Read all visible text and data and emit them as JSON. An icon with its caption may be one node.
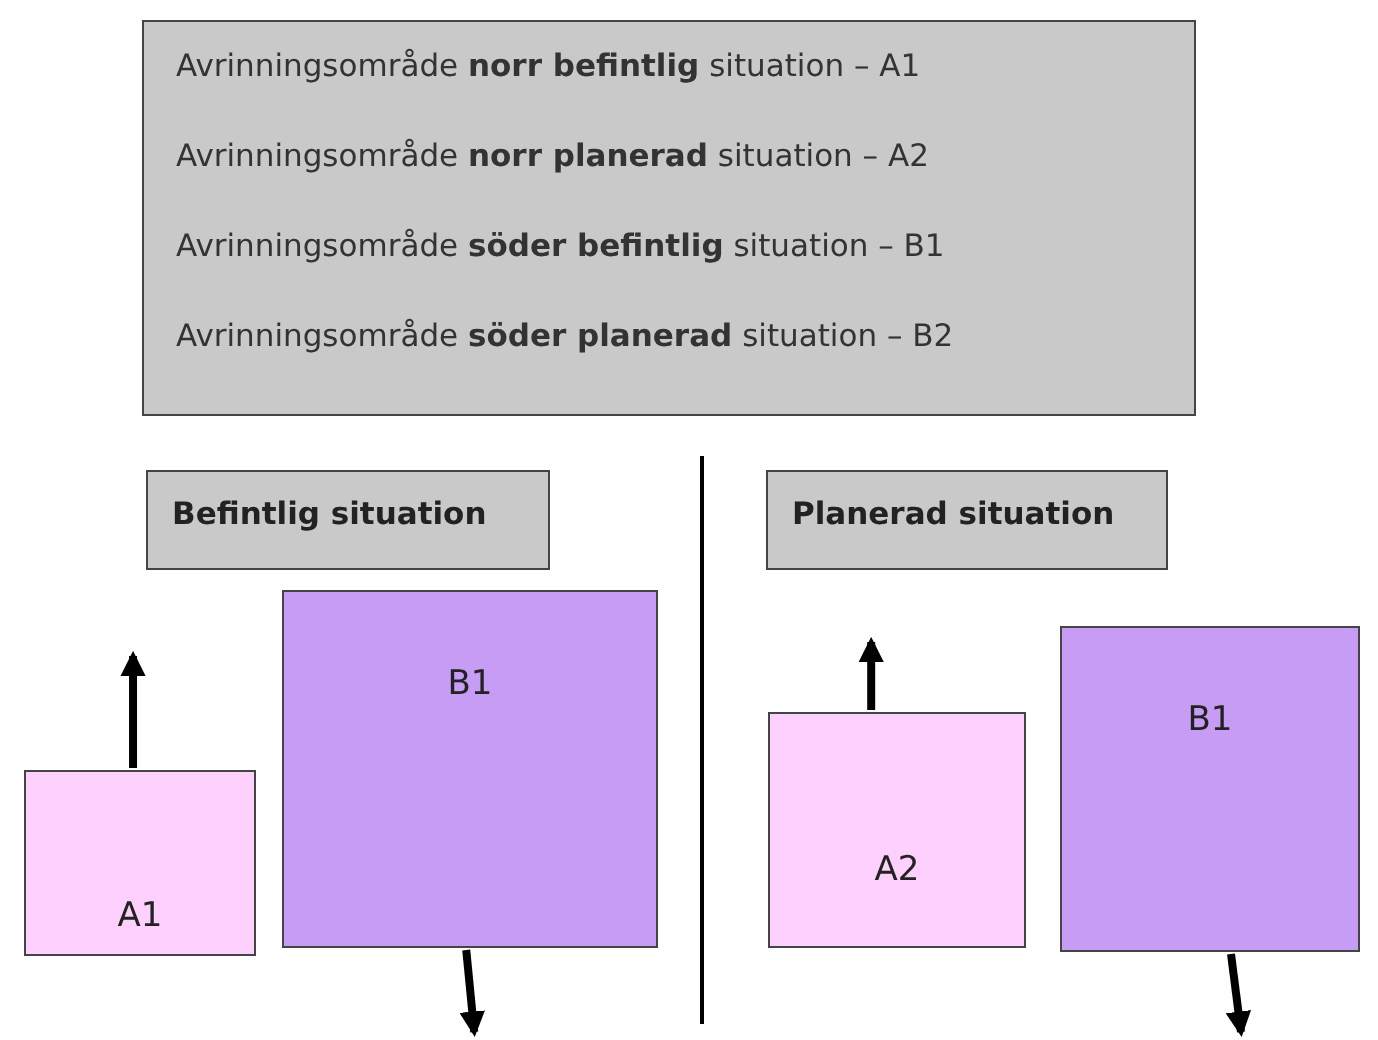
{
  "diagram": {
    "nodes": [
      {
        "text": [
          "Avrinningsområde **norr befintlig** situation – A1",
          "Avrinningsområde **norr planerad** situation – A2",
          "Avrinningsområde **söder befintlig** situation – B1",
          "Avrinningsområde **söder planerad** situation – B2"
        ]
      },
      {
        "text": [
          "Befintlig situation"
        ]
      },
      {
        "text": [
          "Planerad situation"
        ]
      },
      {
        "text": [
          "A1"
        ]
      },
      {
        "text": [
          "B1"
        ]
      },
      {
        "text": [
          "A2"
        ]
      },
      {
        "text": [
          "B1"
        ]
      }
    ],
    "edges": [
      {
        "from": 3,
        "to": null,
        "arrow": "to"
      },
      {
        "from": 4,
        "to": null,
        "arrow": "to"
      },
      {
        "from": 5,
        "to": null,
        "arrow": "to"
      },
      {
        "from": 6,
        "to": null,
        "arrow": "to"
      }
    ]
  }
}
